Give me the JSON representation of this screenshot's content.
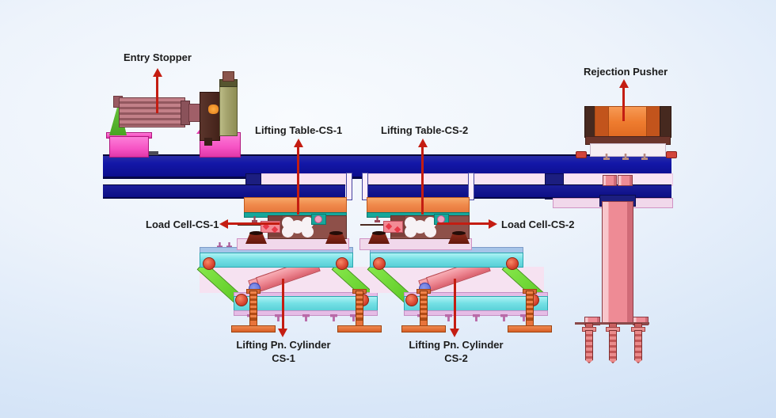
{
  "diagram": {
    "description": "Side-view CAD diagram of a two-station checkweigher conveyor line with entry stopper and rejection pusher"
  },
  "labels": {
    "entry_stopper": "Entry Stopper",
    "lifting_table_cs1": "Lifting Table-CS-1",
    "lifting_table_cs2": "Lifting Table-CS-2",
    "rejection_pusher": "Rejection Pusher",
    "load_cell_cs1": "Load Cell-CS-1",
    "load_cell_cs2": "Load Cell-CS-2",
    "lifting_cyl_cs1_l1": "Lifting Pn. Cylinder",
    "lifting_cyl_cs1_l2": "CS-1",
    "lifting_cyl_cs2_l1": "Lifting Pn. Cylinder",
    "lifting_cyl_cs2_l2": "CS-2"
  },
  "colors": {
    "arrow_red": "#c41d12",
    "label_text": "#1c1c1c",
    "beam_navy": "#1317a8",
    "band_pink": "#f8e4f3",
    "table_orange": "#f08a4c",
    "teal_accent": "#16a79b",
    "load_cell_brown": "#8e5049",
    "conveyor_cyan": "#74e0e5",
    "rail_strip_blue": "#a6c4e8",
    "arm_green": "#5ecb26",
    "cylinder_pink": "#ec8590",
    "mount_magenta": "#f653c4",
    "stopper_mauve": "#b06e76",
    "stopper_khaki": "#a5a46e",
    "pusher_orange": "#ee7c2f",
    "pusher_cap_brown": "#46291f",
    "column_pink": "#ee8b95",
    "foot_orange": "#e8743c",
    "background_blue": "#cfe1f5"
  }
}
